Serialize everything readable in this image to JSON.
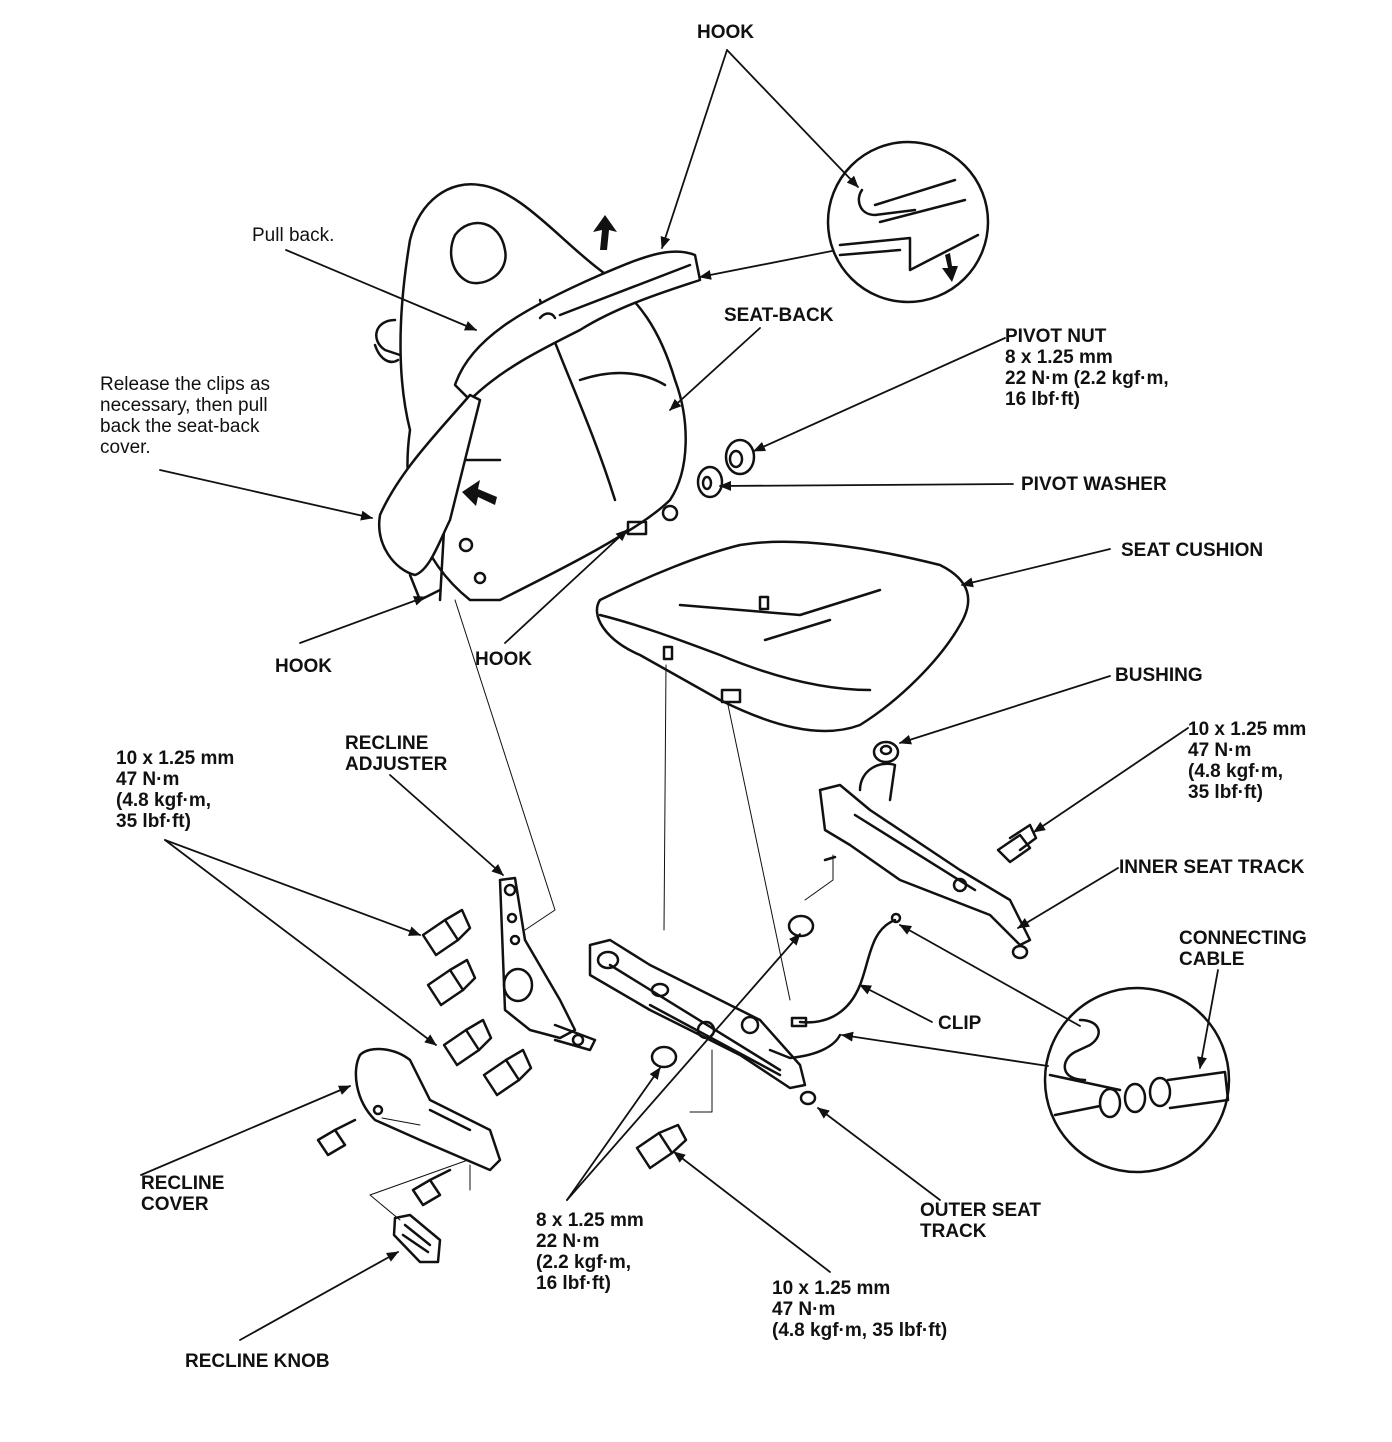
{
  "labels": {
    "hook_top": "HOOK",
    "pull_back": "Pull back.",
    "seat_back": "SEAT-BACK",
    "pivot_nut": "PIVOT NUT\n8 x 1.25 mm\n22 N·m (2.2 kgf·m,\n16 lbf·ft)",
    "release_clips": "Release the clips as\nnecessary, then pull\nback the seat-back\ncover.",
    "pivot_washer": "PIVOT WASHER",
    "seat_cushion": "SEAT CUSHION",
    "hook_left": "HOOK",
    "hook_mid": "HOOK",
    "bushing": "BUSHING",
    "torque_inner": "10 x 1.25 mm\n47 N·m\n(4.8 kgf·m,\n35 lbf·ft)",
    "recline_adjuster": "RECLINE\nADJUSTER",
    "torque_left": "10 x 1.25 mm\n47 N·m\n(4.8 kgf·m,\n35 lbf·ft)",
    "inner_seat_track": "INNER SEAT TRACK",
    "connecting_cable": "CONNECTING\nCABLE",
    "clip": "CLIP",
    "recline_cover": "RECLINE\nCOVER",
    "outer_seat_track": "OUTER SEAT\nTRACK",
    "torque_center": "8 x 1.25 mm\n22 N·m\n(2.2 kgf·m,\n16 lbf·ft)",
    "torque_bottom": "10 x 1.25 mm\n47 N·m\n(4.8 kgf·m, 35 lbf·ft)",
    "recline_knob": "RECLINE KNOB"
  },
  "colors": {
    "ink": "#111111",
    "paper": "#ffffff"
  }
}
